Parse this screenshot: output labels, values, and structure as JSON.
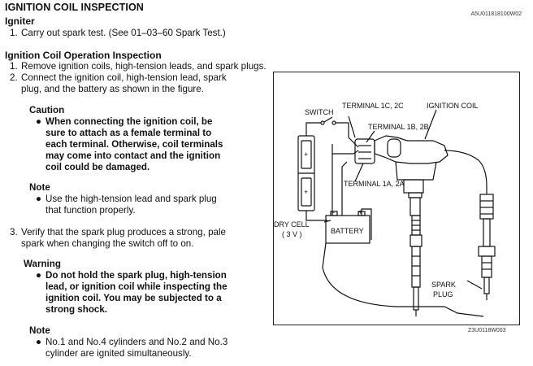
{
  "header": {
    "title": "IGNITION COIL INSPECTION",
    "doc_id": "A5U011818100W02"
  },
  "igniter": {
    "heading": "Igniter",
    "step1_num": "1.",
    "step1": "Carry out spark test. (See 01–03–60 Spark Test.)"
  },
  "operation": {
    "heading": "Ignition Coil Operation Inspection",
    "step1_num": "1.",
    "step1": "Remove ignition coils, high-tension leads, and spark plugs.",
    "step2_num": "2.",
    "step2_l1": "Connect the ignition coil, high-tension lead, spark",
    "step2_l2": "plug, and the battery as shown in the figure.",
    "caution_heading": "Caution",
    "caution_l1": "When connecting the ignition coil, be",
    "caution_l2": "sure to attach as a female terminal to",
    "caution_l3": "each terminal. Otherwise, coil terminals",
    "caution_l4": "may come into contact and the ignition",
    "caution_l5": "coil could be damaged.",
    "note1_heading": "Note",
    "note1_l1": "Use the high-tension lead and spark plug",
    "note1_l2": "that function properly.",
    "step3_num": "3.",
    "step3_l1": "Verify that the spark plug produces a strong, pale",
    "step3_l2": "spark when changing the switch off to on.",
    "warning_heading": "Warning",
    "warning_l1": "Do not hold the spark plug, high-tension",
    "warning_l2": "lead, or ignition coil while inspecting the",
    "warning_l3": "ignition coil. You may be subjected to a",
    "warning_l4": "strong shock.",
    "note2_heading": "Note",
    "note2_l1": "No.1 and No.4 cylinders and No.2 and No.3",
    "note2_l2": "cylinder are ignited simultaneously."
  },
  "figure": {
    "labels": {
      "switch": "SWITCH",
      "terminal_1c": "TERMINAL 1C, 2C",
      "ignition_coil": "IGNITION COIL",
      "terminal_1b": "TERMINAL 1B, 2B",
      "terminal_1a": "TERMINAL 1A, 2A",
      "dry_cell": "DRY CELL",
      "dry_cell_v": "( 3 V )",
      "battery": "BATTERY",
      "spark": "SPARK",
      "plug": "PLUG"
    },
    "fig_id": "Z3U0118W003"
  }
}
